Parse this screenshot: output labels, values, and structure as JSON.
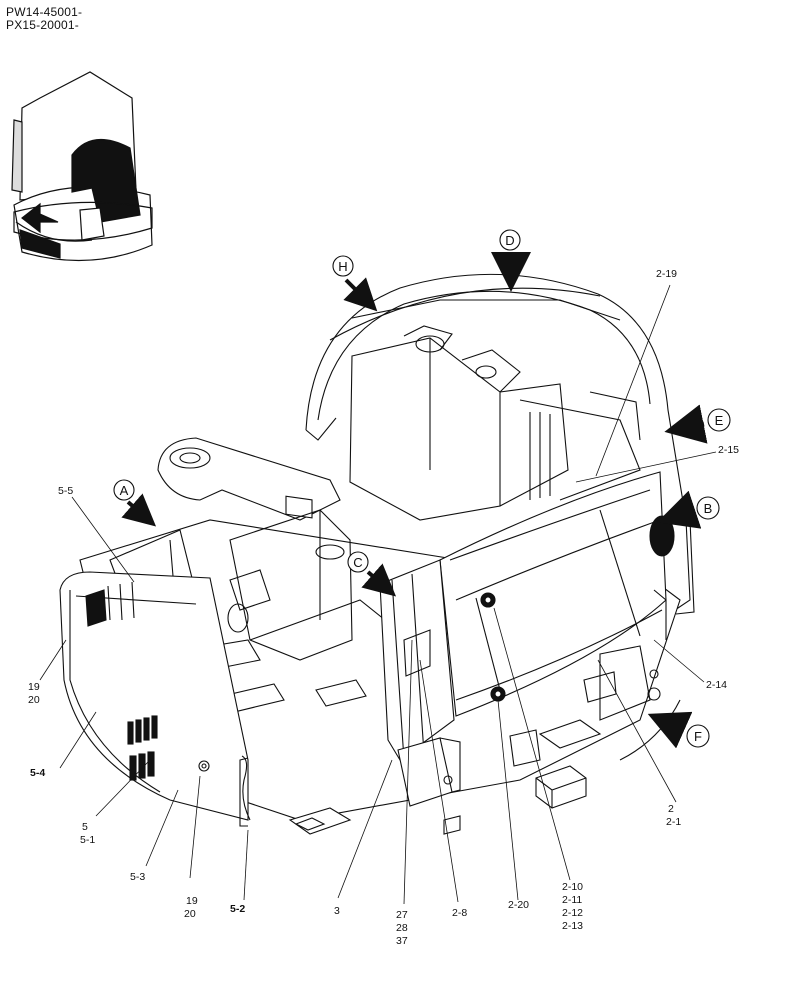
{
  "serial_header": [
    "PW14-45001-",
    "PX15-20001-"
  ],
  "view_markers": [
    {
      "id": "view-a",
      "letter": "A"
    },
    {
      "id": "view-b",
      "letter": "B"
    },
    {
      "id": "view-c",
      "letter": "C"
    },
    {
      "id": "view-d",
      "letter": "D"
    },
    {
      "id": "view-e",
      "letter": "E"
    },
    {
      "id": "view-f",
      "letter": "F"
    },
    {
      "id": "view-h",
      "letter": "H"
    }
  ],
  "callouts": [
    {
      "id": "c-2-19",
      "lines": [
        "2-19"
      ]
    },
    {
      "id": "c-2-15",
      "lines": [
        "2-15"
      ]
    },
    {
      "id": "c-5-5",
      "lines": [
        "5-5"
      ]
    },
    {
      "id": "c-19-20-left",
      "lines": [
        "19",
        "20"
      ]
    },
    {
      "id": "c-5-4",
      "lines": [
        "5-4"
      ]
    },
    {
      "id": "c-2-14",
      "lines": [
        "2-14"
      ]
    },
    {
      "id": "c-5-5-1",
      "lines": [
        "5",
        "5-1"
      ]
    },
    {
      "id": "c-5-3",
      "lines": [
        "5-3"
      ]
    },
    {
      "id": "c-19-20-bottom",
      "lines": [
        "19",
        "20"
      ]
    },
    {
      "id": "c-5-2",
      "lines": [
        "5-2"
      ]
    },
    {
      "id": "c-3",
      "lines": [
        "3"
      ]
    },
    {
      "id": "c-27-28-37",
      "lines": [
        "27",
        "28",
        "37"
      ]
    },
    {
      "id": "c-2-8",
      "lines": [
        "2-8"
      ]
    },
    {
      "id": "c-2-20",
      "lines": [
        "2-20"
      ]
    },
    {
      "id": "c-2-10",
      "lines": [
        "2-10",
        "2-11",
        "2-12",
        "2-13"
      ]
    },
    {
      "id": "c-2-2-1",
      "lines": [
        "2",
        "2-1"
      ]
    }
  ]
}
